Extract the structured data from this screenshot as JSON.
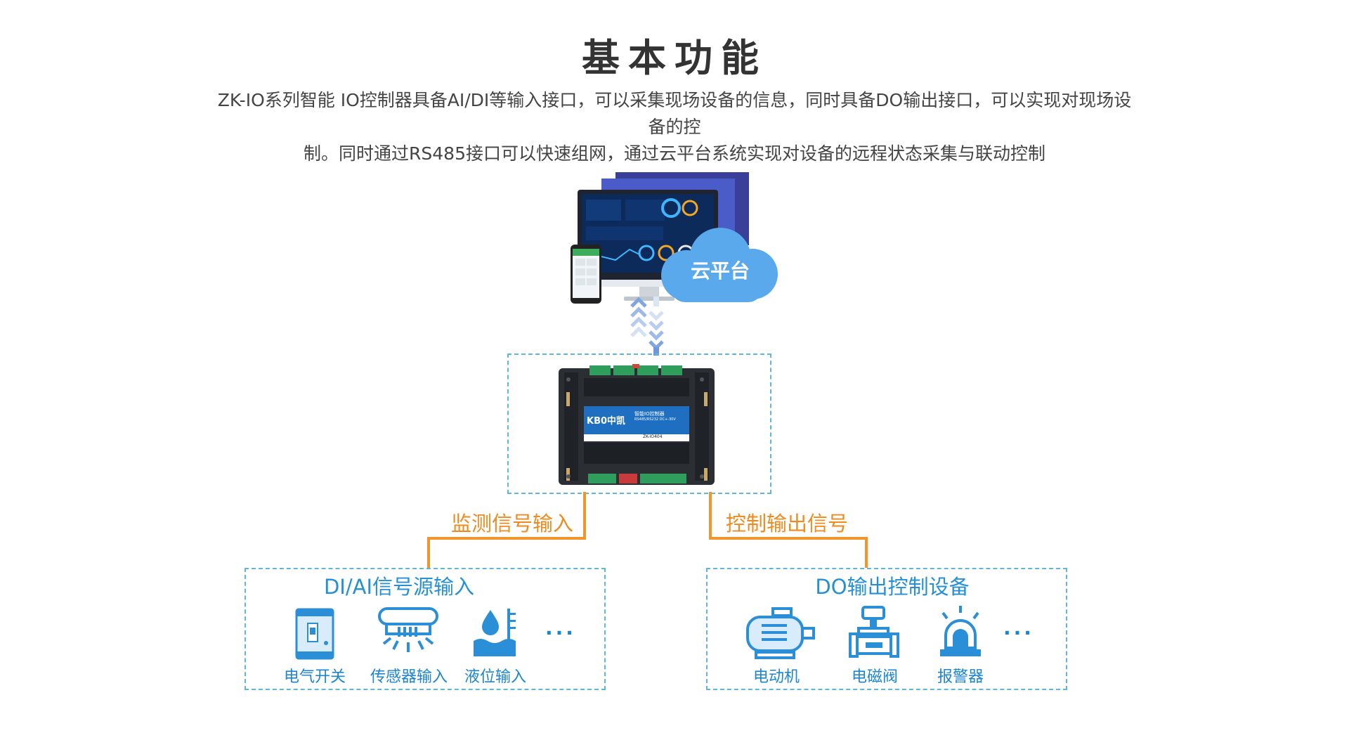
{
  "header": {
    "title": "基本功能",
    "description_line1": "ZK-IO系列智能 IO控制器具备AI/DI等输入接口，可以采集现场设备的信息，同时具备DO输出接口，可以实现对现场设备的控",
    "description_line2": "制。同时通过RS485接口可以快速组网，通过云平台系统实现对设备的远程状态采集与联动控制"
  },
  "cloud": {
    "label": "云平台"
  },
  "device": {
    "brand": "KB0中凯",
    "product_name": "智能IO控制器",
    "product_spec": "RS485/RS232  DC+-30V",
    "model": "ZK-IO404"
  },
  "connections": {
    "input_label": "监测信号输入",
    "output_label": "控制输出信号"
  },
  "input_panel": {
    "title": "DI/AI信号源输入",
    "items": [
      {
        "label": "电气开关",
        "icon": "switch-icon"
      },
      {
        "label": "传感器输入",
        "icon": "sensor-icon"
      },
      {
        "label": "液位输入",
        "icon": "water-level-icon"
      }
    ],
    "more": "···"
  },
  "output_panel": {
    "title": "DO输出控制设备",
    "items": [
      {
        "label": "电动机",
        "icon": "motor-icon"
      },
      {
        "label": "电磁阀",
        "icon": "valve-icon"
      },
      {
        "label": "报警器",
        "icon": "alarm-icon"
      }
    ],
    "more": "···"
  },
  "colors": {
    "title": "#333333",
    "accent_blue": "#2590d6",
    "orange": "#f0962c",
    "dashed_border": "#5fb7dc",
    "cloud": "#4fa3e8"
  }
}
